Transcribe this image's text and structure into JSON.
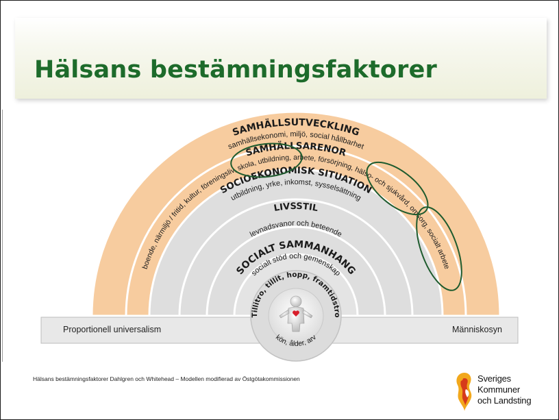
{
  "title": "Hälsans bestämningsfaktorer",
  "layers": [
    {
      "title": "SAMHÄLLSUTVECKLING",
      "subtitle": "samhällsekonomi, miljö, social hållbarhet"
    },
    {
      "title": "SAMHÄLLSARENOR",
      "subtitle": "boende, närmiljö / fritid, kultur, föreningsliv, skola, utbildning, arbete, försörjning, hälso- och sjukvård, omsorg, socialt arbete"
    },
    {
      "title": "SOCIOEKONOMISK SITUATION",
      "subtitle": "utbildning, yrke, inkomst, sysselsättning"
    },
    {
      "title": "LIVSSTIL",
      "subtitle": "levnadsvanor och beteende"
    },
    {
      "title": "SOCIALT SAMMANHANG",
      "subtitle": "socialt stöd och gemenskap"
    },
    {
      "title": "Tillitro, tillit, hopp, framtidstro",
      "subtitle": ""
    }
  ],
  "core_label": "kön, ålder, arv",
  "band": {
    "left_label": "Proportionell universalism",
    "right_label": "Människosyn"
  },
  "caption": "Hälsans bestämningsfaktorer Dahlgren och Whitehead – Modellen modifierad av Östgötakommissionen",
  "logo": {
    "lines": [
      "Sveriges",
      "Kommuner",
      "och Landsting"
    ]
  },
  "colors": {
    "title_green": "#1d6b2b",
    "outer_orange": "#f7cc9f",
    "inner_gray": "#dedede",
    "highlight_ellipse": "#1e5b2e",
    "heart_red": "#d81e2b"
  }
}
